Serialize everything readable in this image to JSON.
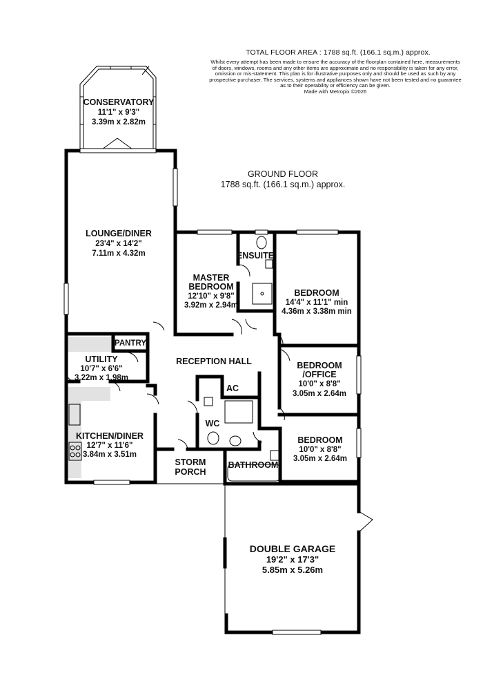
{
  "header": {
    "total_area": "TOTAL FLOOR AREA : 1788 sq.ft. (166.1 sq.m.) approx.",
    "disclaimer": [
      "Whilst every attempt has been made to ensure the accuracy of the floorplan contained here, measurements",
      "of doors, windows, rooms and any other items are approximate and no responsibility is taken for any error,",
      "omission or mis-statement. This plan is for illustrative purposes only and should be used as such by any",
      "prospective purchaser. The services, systems and appliances shown have not been tested and no guarantee",
      "as to their operability or efficiency can be given.",
      "Made with Metropix ©2026"
    ]
  },
  "floor": {
    "name": "GROUND FLOOR",
    "area": "1788 sq.ft. (166.1 sq.m.) approx."
  },
  "rooms": {
    "conservatory": {
      "name": "CONSERVATORY",
      "imperial": "11'1\"  x 9'3\"",
      "metric": "3.39m  x 2.82m"
    },
    "lounge": {
      "name": "LOUNGE/DINER",
      "imperial": "23'4\"  x 14'2\"",
      "metric": "7.11m  x 4.32m"
    },
    "master": {
      "name1": "MASTER",
      "name2": "BEDROOM",
      "imperial": "12'10\"  x 9'8\"",
      "metric": "3.92m  x 2.94m"
    },
    "ensuite": {
      "name": "ENSUITE"
    },
    "bedroom1": {
      "name": "BEDROOM",
      "imperial": "14'4\"  x 11'1\" min",
      "metric": "4.36m  x 3.38m min"
    },
    "pantry": {
      "name": "PANTRY"
    },
    "utility": {
      "name": "UTILITY",
      "imperial": "10'7\"  x 6'6\"",
      "metric": "3.22m  x 1.98m"
    },
    "reception": {
      "name": "RECEPTION HALL"
    },
    "office": {
      "name1": "BEDROOM",
      "name2": "/OFFICE",
      "imperial": "10'0\"  x 8'8\"",
      "metric": "3.05m  x 2.64m"
    },
    "ac": {
      "name": "AC"
    },
    "kitchen": {
      "name": "KITCHEN/DINER",
      "imperial": "12'7\"  x 11'6\"",
      "metric": "3.84m  x 3.51m"
    },
    "wc": {
      "name": "WC"
    },
    "bedroom3": {
      "name": "BEDROOM",
      "imperial": "10'0\"  x 8'8\"",
      "metric": "3.05m  x 2.64m"
    },
    "porch": {
      "name1": "STORM",
      "name2": "PORCH"
    },
    "bathroom": {
      "name": "BATHROOM"
    },
    "garage": {
      "name": "DOUBLE GARAGE",
      "imperial": "19'2\"  x 17'3\"",
      "metric": "5.85m  x 5.26m"
    }
  }
}
